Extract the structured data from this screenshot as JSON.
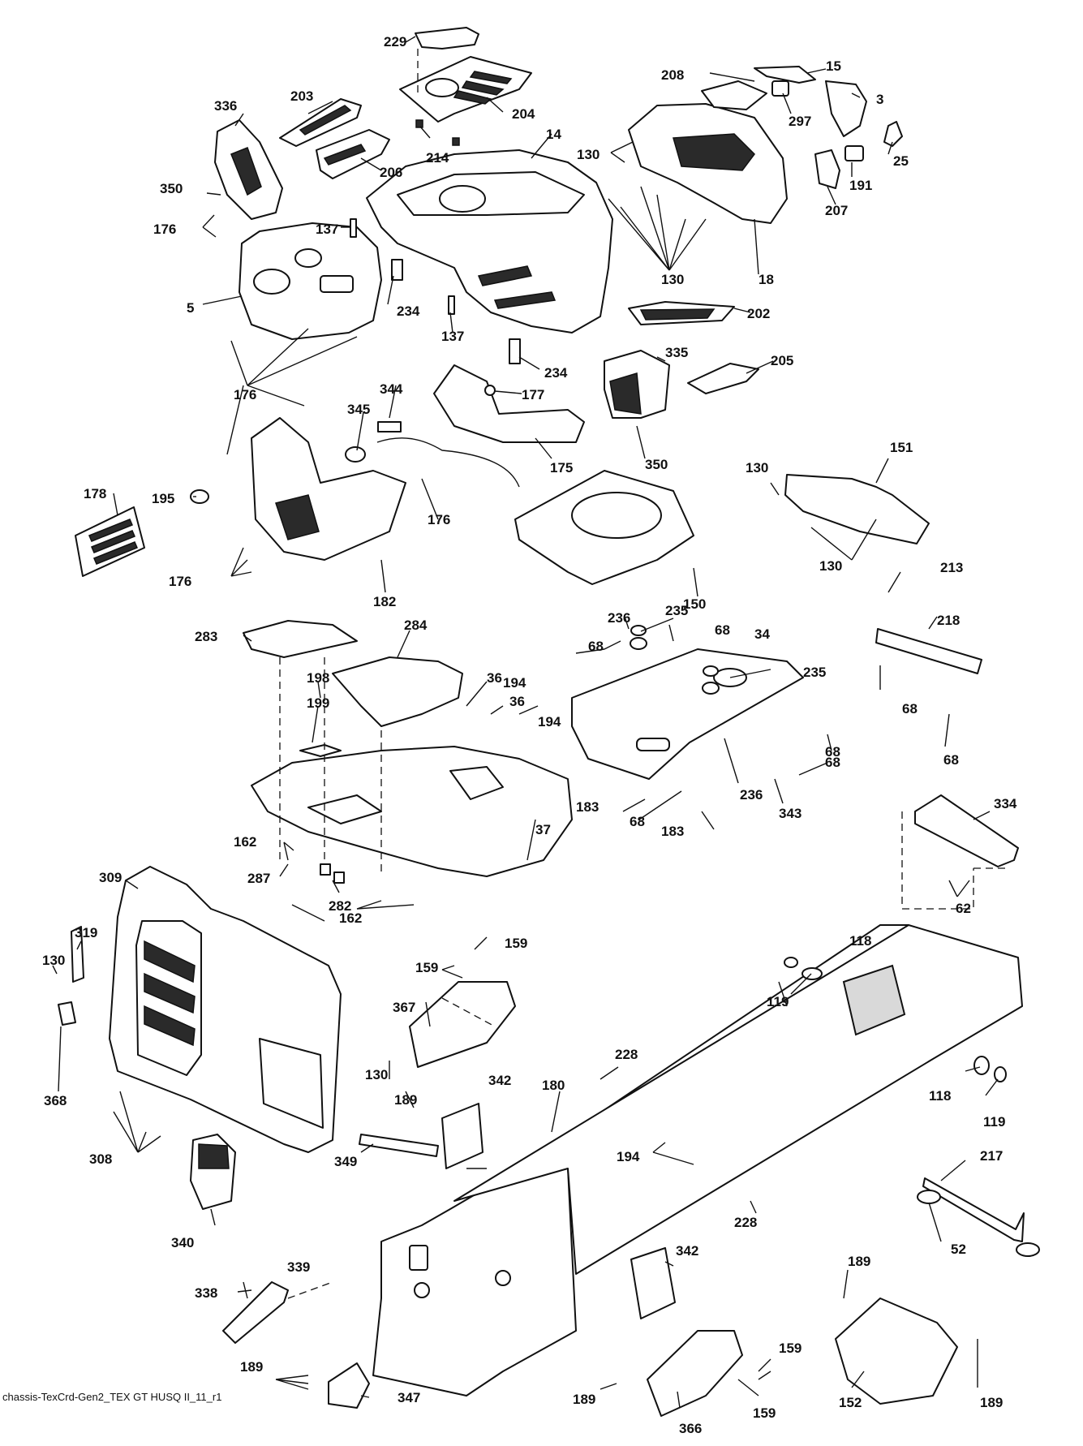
{
  "footer": {
    "label": "chassis-TexCrd-Gen2_TEX GT HUSQ II_11_r1"
  },
  "callouts": {
    "c229": "229",
    "c204": "204",
    "c214": "214",
    "c14": "14",
    "c336": "336",
    "c203": "203",
    "c206": "206",
    "c350_top": "350",
    "c137_a": "137",
    "c176_a": "176",
    "c5": "5",
    "c234_a": "234",
    "c137_b": "137",
    "c234_b": "234",
    "c208": "208",
    "c15": "15",
    "c297": "297",
    "c3": "3",
    "c25": "25",
    "c191": "191",
    "c207": "207",
    "c130_top": "130",
    "c130_bottom": "130",
    "c18": "18",
    "c202": "202",
    "c176_b": "176",
    "c344": "344",
    "c345": "345",
    "c177": "177",
    "c175": "175",
    "c335": "335",
    "c205": "205",
    "c350_mid": "350",
    "c178": "178",
    "c195": "195",
    "c176_c": "176",
    "c176_d": "176",
    "c182": "182",
    "c150": "150",
    "c151": "151",
    "c130_151a": "130",
    "c130_151b": "130",
    "c213": "213",
    "c218": "218",
    "c68_218a": "68",
    "c68_218b": "68",
    "c283": "283",
    "c284": "284",
    "c198": "198",
    "c199": "199",
    "c36_a": "36",
    "c36_b": "36",
    "c194_a": "194",
    "c194_b": "194",
    "c37": "37",
    "c162_a": "162",
    "c162_b": "162",
    "c287": "287",
    "c282": "282",
    "c236_a": "236",
    "c235_a": "235",
    "c68_a": "68",
    "c34": "34",
    "c68_b": "68",
    "c235_b": "235",
    "c68_c": "68",
    "c68_d": "68",
    "c236_b": "236",
    "c343": "343",
    "c183_a": "183",
    "c68_e": "68",
    "c183_b": "183",
    "c334": "334",
    "c62": "62",
    "c309": "309",
    "c319": "319",
    "c130_309": "130",
    "c368": "368",
    "c308": "308",
    "c340": "340",
    "c159_a": "159",
    "c159_b": "159",
    "c367": "367",
    "c118_a": "118",
    "c119_a": "119",
    "c118_b": "118",
    "c119_b": "119",
    "c228_a": "228",
    "c180": "180",
    "c342_a": "342",
    "c130_mid": "130",
    "c189_a": "189",
    "c349": "349",
    "c194_c": "194",
    "c228_b": "228",
    "c217": "217",
    "c52": "52",
    "c189_b": "189",
    "c338": "338",
    "c339": "339",
    "c342_b": "342",
    "c159_c": "159",
    "c159_d": "159",
    "c189_c": "189",
    "c366": "366",
    "c152": "152",
    "c189_d": "189",
    "c189_e": "189",
    "c347": "347"
  }
}
